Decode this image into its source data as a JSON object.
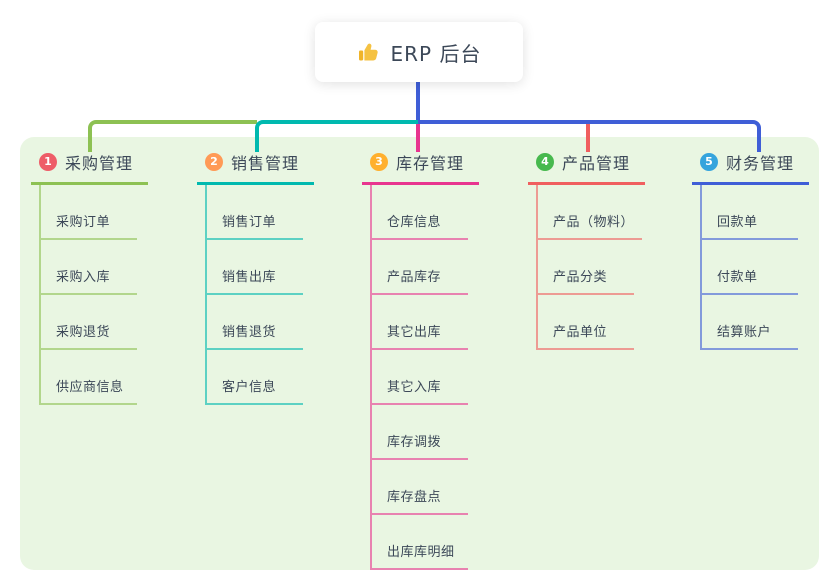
{
  "root": {
    "title": "ERP 后台",
    "icon": "thumbs-up-icon",
    "icon_color": "#f5c242"
  },
  "canvas": {
    "background": "#ffffff",
    "panel_background": "#e9f6e2",
    "text_color": "#3c4858",
    "root_connector_color": "#3f5ed7"
  },
  "branches": [
    {
      "num": "1",
      "label": "采购管理",
      "badge_color": "#ee5d68",
      "line_color": "#8dc153",
      "children": [
        "采购订单",
        "采购入库",
        "采购退货",
        "供应商信息"
      ]
    },
    {
      "num": "2",
      "label": "销售管理",
      "badge_color": "#ff9a56",
      "line_color": "#00b9af",
      "children": [
        "销售订单",
        "销售出库",
        "销售退货",
        "客户信息"
      ]
    },
    {
      "num": "3",
      "label": "库存管理",
      "badge_color": "#ffb02e",
      "line_color": "#e8358f",
      "children": [
        "仓库信息",
        "产品库存",
        "其它出库",
        "其它入库",
        "库存调拨",
        "库存盘点",
        "出库库明细"
      ]
    },
    {
      "num": "4",
      "label": "产品管理",
      "badge_color": "#47b94e",
      "line_color": "#f05f5f",
      "children": [
        "产品（物料）",
        "产品分类",
        "产品单位"
      ]
    },
    {
      "num": "5",
      "label": "财务管理",
      "badge_color": "#35a4dd",
      "line_color": "#3f5ed7",
      "children": [
        "回款单",
        "付款单",
        "结算账户"
      ]
    }
  ]
}
